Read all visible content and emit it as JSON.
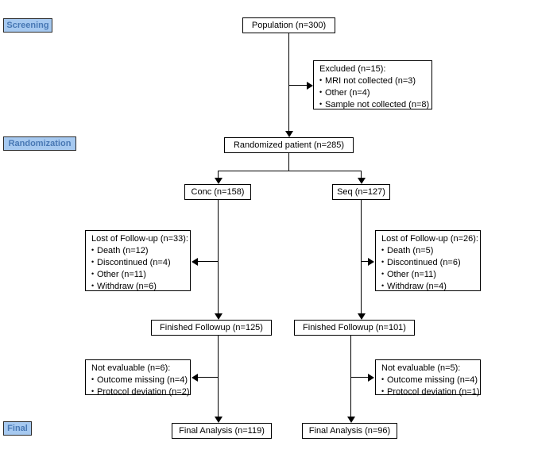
{
  "diagram": {
    "title": "CONSORT participant flow diagram",
    "colors": {
      "stage_fill": "#a6c9f0",
      "stage_text": "#4878b4",
      "node_border": "#000000",
      "node_fill": "#ffffff",
      "connector": "#000000"
    }
  },
  "stages": [
    {
      "label": "Screening"
    },
    {
      "label": "Randomization"
    },
    {
      "label": "Final"
    }
  ],
  "nodes": {
    "population": {
      "label": "Population (n=300)"
    },
    "excluded": {
      "head": "Excluded (n=15):",
      "items": [
        "MRI not collected (n=3)",
        "Other (n=4)",
        "Sample not collected (n=8)"
      ]
    },
    "randomized": {
      "label": "Randomized patient (n=285)"
    },
    "arm_left": {
      "label": "Conc (n=158)"
    },
    "arm_right": {
      "label": "Seq (n=127)"
    },
    "lost_left": {
      "head": "Lost of Follow-up (n=33):",
      "items": [
        "Death (n=12)",
        "Discontinued (n=4)",
        "Other (n=11)",
        "Withdraw (n=6)"
      ]
    },
    "lost_right": {
      "head": "Lost of Follow-up (n=26):",
      "items": [
        "Death (n=5)",
        "Discontinued (n=6)",
        "Other (n=11)",
        "Withdraw (n=4)"
      ]
    },
    "finished_left": {
      "label": "Finished Followup (n=125)"
    },
    "finished_right": {
      "label": "Finished Followup (n=101)"
    },
    "noteval_left": {
      "head": "Not evaluable (n=6):",
      "items": [
        "Outcome missing (n=4)",
        "Protocol deviation (n=2)"
      ]
    },
    "noteval_right": {
      "head": "Not evaluable (n=5):",
      "items": [
        "Outcome missing (n=4)",
        "Protocol deviation (n=1)"
      ]
    },
    "final_left": {
      "label": "Final Analysis (n=119)"
    },
    "final_right": {
      "label": "Final Analysis (n=96)"
    }
  },
  "chart_data": {
    "type": "diagram",
    "title": "CONSORT participant flow diagram",
    "nodes": [
      {
        "id": "population",
        "stage": "Screening",
        "text": "Population (n=300)",
        "n": 300
      },
      {
        "id": "excluded",
        "stage": "Screening",
        "text": "Excluded (n=15)",
        "n": 15,
        "breakdown": [
          {
            "label": "MRI not collected",
            "n": 3
          },
          {
            "label": "Other",
            "n": 4
          },
          {
            "label": "Sample not collected",
            "n": 8
          }
        ]
      },
      {
        "id": "randomized",
        "stage": "Randomization",
        "text": "Randomized patient (n=285)",
        "n": 285
      },
      {
        "id": "arm_left",
        "stage": "Randomization",
        "text": "Conc (n=158)",
        "n": 158
      },
      {
        "id": "arm_right",
        "stage": "Randomization",
        "text": "Seq (n=127)",
        "n": 127
      },
      {
        "id": "lost_left",
        "stage": "Follow-up",
        "text": "Lost of Follow-up (n=33)",
        "n": 33,
        "breakdown": [
          {
            "label": "Death",
            "n": 12
          },
          {
            "label": "Discontinued",
            "n": 4
          },
          {
            "label": "Other",
            "n": 11
          },
          {
            "label": "Withdraw",
            "n": 6
          }
        ]
      },
      {
        "id": "lost_right",
        "stage": "Follow-up",
        "text": "Lost of Follow-up (n=26)",
        "n": 26,
        "breakdown": [
          {
            "label": "Death",
            "n": 5
          },
          {
            "label": "Discontinued",
            "n": 6
          },
          {
            "label": "Other",
            "n": 11
          },
          {
            "label": "Withdraw",
            "n": 4
          }
        ]
      },
      {
        "id": "finished_left",
        "stage": "Follow-up",
        "text": "Finished Followup (n=125)",
        "n": 125
      },
      {
        "id": "finished_right",
        "stage": "Follow-up",
        "text": "Finished Followup (n=101)",
        "n": 101
      },
      {
        "id": "noteval_left",
        "stage": "Final",
        "text": "Not evaluable (n=6)",
        "n": 6,
        "breakdown": [
          {
            "label": "Outcome missing",
            "n": 4
          },
          {
            "label": "Protocol deviation",
            "n": 2
          }
        ]
      },
      {
        "id": "noteval_right",
        "stage": "Final",
        "text": "Not evaluable (n=5)",
        "n": 5,
        "breakdown": [
          {
            "label": "Outcome missing",
            "n": 4
          },
          {
            "label": "Protocol deviation",
            "n": 1
          }
        ]
      },
      {
        "id": "final_left",
        "stage": "Final",
        "text": "Final Analysis (n=119)",
        "n": 119
      },
      {
        "id": "final_right",
        "stage": "Final",
        "text": "Final Analysis (n=96)",
        "n": 96
      }
    ],
    "edges": [
      {
        "from": "population",
        "to": "excluded"
      },
      {
        "from": "population",
        "to": "randomized"
      },
      {
        "from": "randomized",
        "to": "arm_left"
      },
      {
        "from": "randomized",
        "to": "arm_right"
      },
      {
        "from": "arm_left",
        "to": "lost_left"
      },
      {
        "from": "arm_left",
        "to": "finished_left"
      },
      {
        "from": "arm_right",
        "to": "lost_right"
      },
      {
        "from": "arm_right",
        "to": "finished_right"
      },
      {
        "from": "finished_left",
        "to": "noteval_left"
      },
      {
        "from": "finished_left",
        "to": "final_left"
      },
      {
        "from": "finished_right",
        "to": "noteval_right"
      },
      {
        "from": "finished_right",
        "to": "final_right"
      }
    ]
  }
}
